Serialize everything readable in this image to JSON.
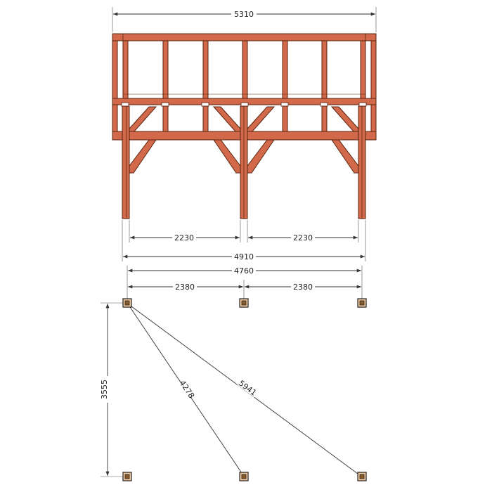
{
  "elevation": {
    "overall_width_label": "5310",
    "span_left_label": "2230",
    "span_right_label": "2230",
    "post_outer_label": "4910"
  },
  "plan": {
    "overall_label": "4760",
    "span_left_label": "2380",
    "span_right_label": "2380",
    "depth_label": "3555",
    "diagonal_short_label": "4278",
    "diagonal_long_label": "5941"
  },
  "colors": {
    "wood": "#d2694a",
    "wood_outline": "#5a2410",
    "dimension_line": "#333333",
    "footing": "#f2c9a0"
  }
}
